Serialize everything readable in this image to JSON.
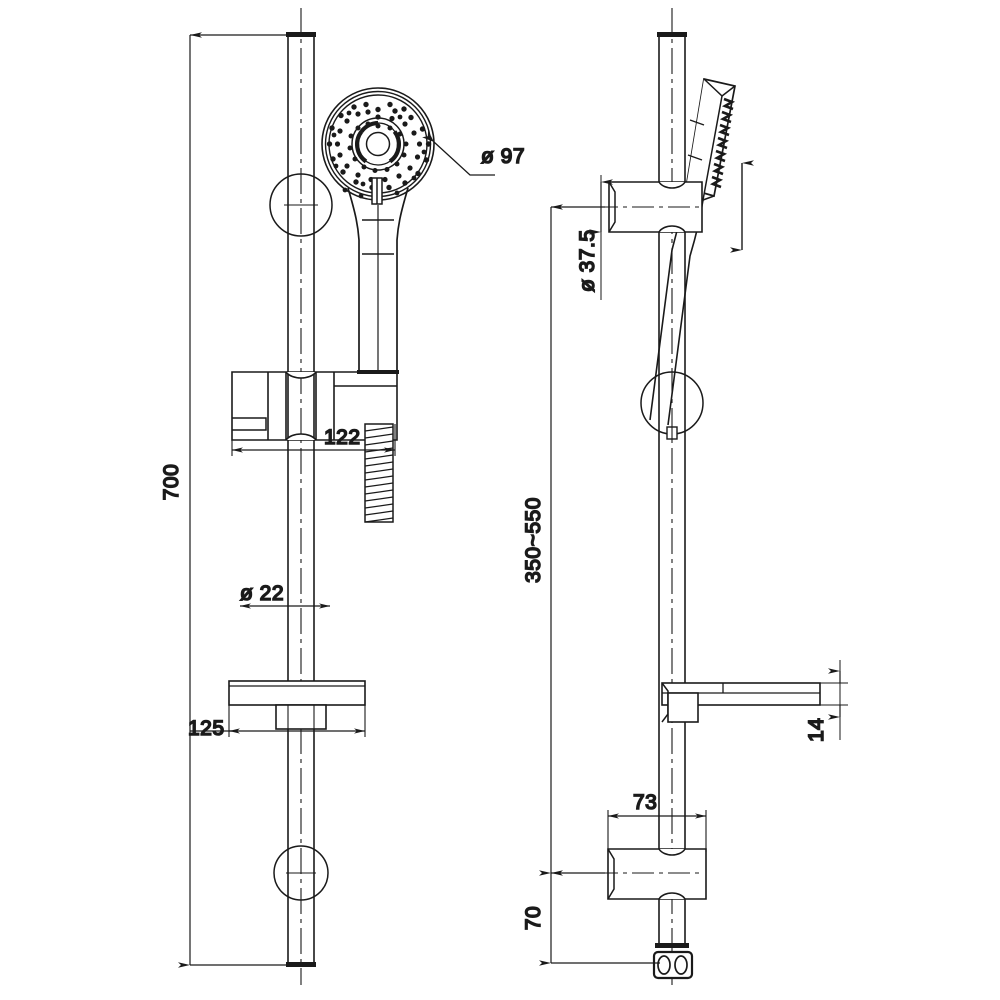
{
  "drawing": {
    "title": "Shower Slide Rail Set Technical Drawing",
    "units": "mm",
    "line_color": "#1a1a1a",
    "background_color": "#ffffff",
    "views": [
      {
        "name": "front-view",
        "position": "left"
      },
      {
        "name": "side-view",
        "position": "right"
      }
    ]
  },
  "dimensions": {
    "overall_height": "700",
    "head_diameter": "ø 97",
    "bracket_projection": "122",
    "rail_diameter": "ø 22",
    "soap_dish_width": "125",
    "holder_diameter": "ø 37.5",
    "adjustable_range": "350~550",
    "holder_projection": "73",
    "bottom_offset": "70",
    "soap_dish_thickness": "14"
  },
  "labels": {
    "overall_height": {
      "text": "700",
      "orientation": "vertical"
    },
    "head_diameter": {
      "text": "ø 97",
      "orientation": "horizontal"
    },
    "bracket_projection": {
      "text": "122",
      "orientation": "horizontal"
    },
    "rail_diameter": {
      "text": "ø 22",
      "orientation": "horizontal"
    },
    "soap_dish_width": {
      "text": "125",
      "orientation": "horizontal"
    },
    "holder_diameter": {
      "text": "ø 37.5",
      "orientation": "vertical"
    },
    "adjustable_range": {
      "text": "350~550",
      "orientation": "vertical"
    },
    "holder_projection": {
      "text": "73",
      "orientation": "horizontal"
    },
    "bottom_offset": {
      "text": "70",
      "orientation": "vertical"
    },
    "soap_dish_thickness": {
      "text": "14",
      "orientation": "vertical"
    }
  },
  "components": [
    {
      "name": "slide-rail",
      "label": "Slide rail"
    },
    {
      "name": "hand-shower-head",
      "label": "Hand shower head"
    },
    {
      "name": "shower-holder-bracket",
      "label": "Adjustable holder bracket"
    },
    {
      "name": "flexible-hose",
      "label": "Flexible hose"
    },
    {
      "name": "soap-dish",
      "label": "Soap dish"
    },
    {
      "name": "wall-mount-upper",
      "label": "Upper wall mount"
    },
    {
      "name": "wall-mount-lower",
      "label": "Lower wall mount"
    },
    {
      "name": "rail-end-cap",
      "label": "Rail end cap"
    },
    {
      "name": "adjust-arrow",
      "label": "Height adjustment arrow"
    }
  ]
}
